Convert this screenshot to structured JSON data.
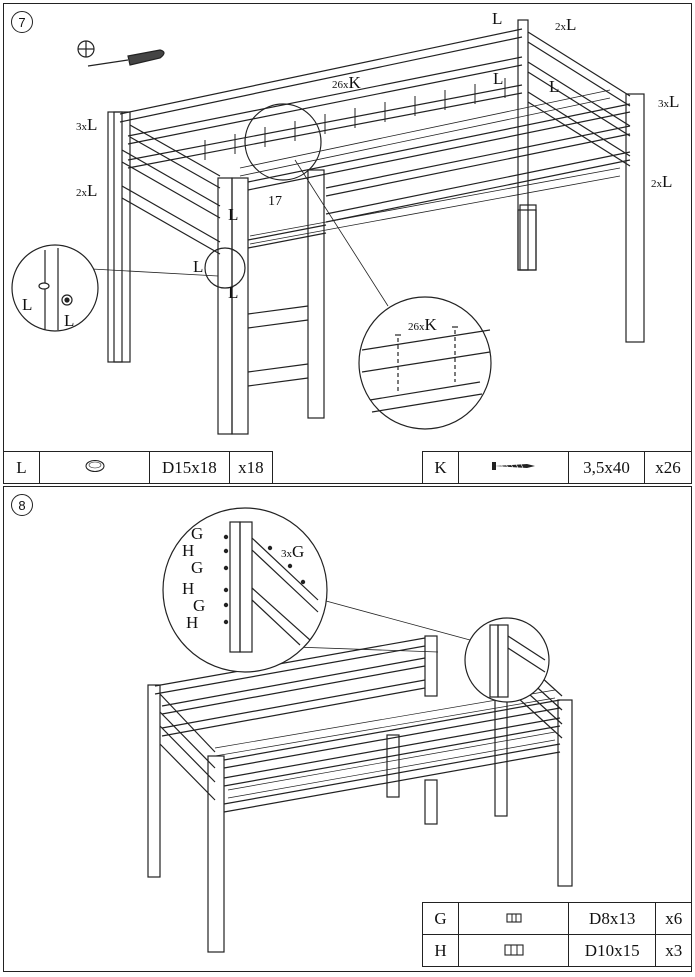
{
  "step7": {
    "number": "7",
    "callouts": {
      "l_top_right_a": "L",
      "l_top_right_b_qty": "2x",
      "l_top_right_b": "L",
      "k_top": "26x",
      "k_top_letter": "K",
      "l_mid_a": "L",
      "l_mid_b": "L",
      "l_left_3_qty": "3x",
      "l_left_3": "L",
      "l_left_2_qty": "2x",
      "l_left_2": "L",
      "l_right_3_qty": "3x",
      "l_right_3": "L",
      "l_right_2_qty": "2x",
      "l_right_2": "L",
      "l_ladder_1": "L",
      "l_ladder_2": "L",
      "l_ladder_3": "L",
      "count_17": "17",
      "detail_l_1": "L",
      "detail_l_2": "L",
      "detail_k_qty": "26x",
      "detail_k": "K"
    },
    "parts": [
      {
        "letter": "L",
        "icon": "cap-icon",
        "size": "D15x18",
        "qty": "x18"
      },
      {
        "letter": "K",
        "icon": "screw-icon",
        "size": "3,5x40",
        "qty": "x26"
      }
    ]
  },
  "step8": {
    "number": "8",
    "callouts": {
      "g1": "G",
      "h1": "H",
      "g2": "G",
      "h2": "H",
      "g3": "G",
      "h3": "H",
      "g_qty": "3x",
      "g_main": "G"
    },
    "parts": [
      {
        "letter": "G",
        "icon": "dowel-icon",
        "size": "D8x13",
        "qty": "x6"
      },
      {
        "letter": "H",
        "icon": "dowel-icon",
        "size": "D10x15",
        "qty": "x3"
      }
    ]
  }
}
